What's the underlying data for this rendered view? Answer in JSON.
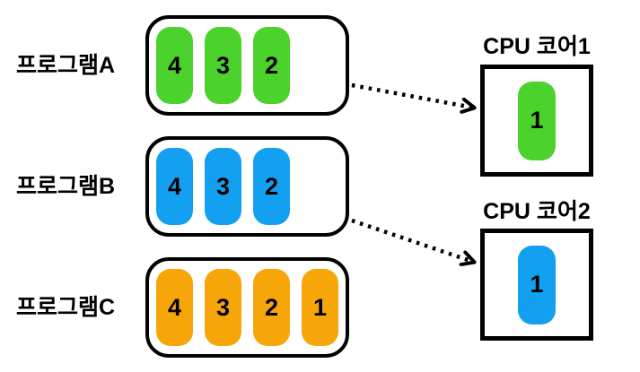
{
  "colors": {
    "green": "#4CD22D",
    "blue": "#14A0F0",
    "orange": "#F7A60A",
    "stroke": "#000000",
    "background": "#FFFFFF"
  },
  "programs": [
    {
      "label": "프로그램A",
      "color": "green",
      "tasks": [
        "4",
        "3",
        "2"
      ]
    },
    {
      "label": "프로그램B",
      "color": "blue",
      "tasks": [
        "4",
        "3",
        "2"
      ]
    },
    {
      "label": "프로그램C",
      "color": "orange",
      "tasks": [
        "4",
        "3",
        "2",
        "1"
      ]
    }
  ],
  "cpu_cores": [
    {
      "label": "CPU 코어1",
      "color": "green",
      "running_task": "1"
    },
    {
      "label": "CPU 코어2",
      "color": "blue",
      "running_task": "1"
    }
  ],
  "arrows": [
    {
      "from": "프로그램A",
      "to": "CPU 코어1",
      "style": "dotted"
    },
    {
      "from": "프로그램B",
      "to": "CPU 코어2",
      "style": "dotted"
    }
  ]
}
